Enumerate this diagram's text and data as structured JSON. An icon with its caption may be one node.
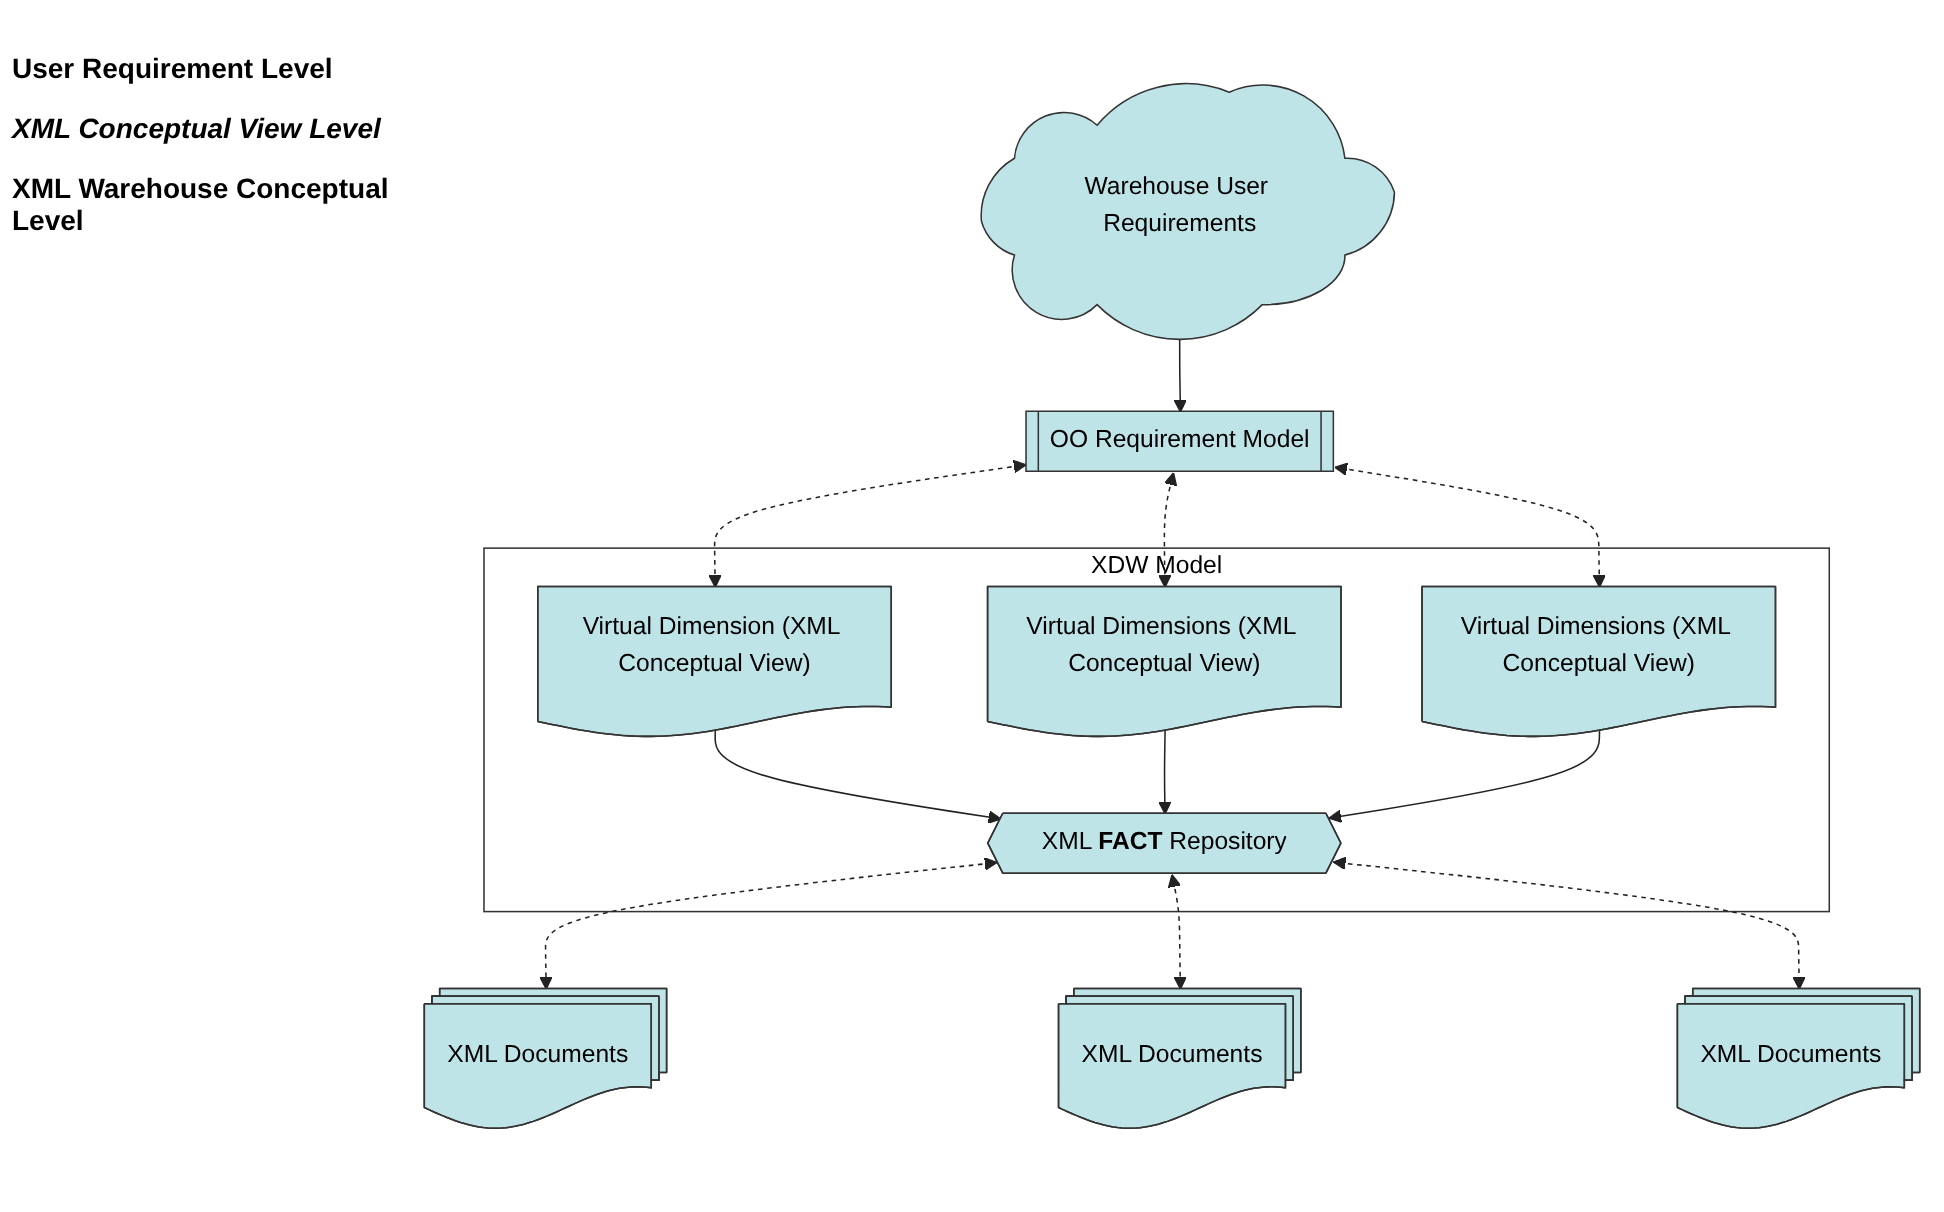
{
  "diagram": {
    "nodes": [
      {
        "text": [
          "Warehouse User Requirements"
        ]
      },
      {
        "text": [
          "OO Requirement Model"
        ]
      },
      {
        "text": [
          "XDW Model"
        ]
      },
      {
        "text": [
          "Virtual Dimension (XML Conceptual View)"
        ],
        "in": 2
      },
      {
        "text": [
          "Virtual Dimensions (XML Conceptual View)"
        ],
        "in": 2
      },
      {
        "text": [
          "Virtual Dimensions (XML Conceptual View)"
        ],
        "in": 2
      },
      {
        "text": [
          "XML **FACT** Repository"
        ],
        "in": 2
      },
      {
        "text": [
          "XML Documents"
        ]
      },
      {
        "text": [
          "XML Documents"
        ]
      },
      {
        "text": [
          "XML Documents"
        ]
      }
    ],
    "edges": [
      {
        "from": 0,
        "to": 1,
        "arrow": "to"
      },
      {
        "from": 1,
        "to": 3,
        "arrow": "both",
        "style": "dashed"
      },
      {
        "from": 1,
        "to": 4,
        "arrow": "both",
        "style": "dashed"
      },
      {
        "from": 1,
        "to": 5,
        "arrow": "both",
        "style": "dashed"
      },
      {
        "from": 3,
        "to": 6,
        "arrow": "to"
      },
      {
        "from": 4,
        "to": 6,
        "arrow": "to"
      },
      {
        "from": 5,
        "to": 6,
        "arrow": "to"
      },
      {
        "from": 6,
        "to": 7,
        "arrow": "both",
        "style": "dashed"
      },
      {
        "from": 6,
        "to": 8,
        "arrow": "both",
        "style": "dashed"
      },
      {
        "from": 6,
        "to": 9,
        "arrow": "both",
        "style": "dashed"
      }
    ],
    "labels": [
      "User Requirement Level",
      "XML Conceptual View Level",
      "XML Warehouse Conceptual Level"
    ]
  }
}
